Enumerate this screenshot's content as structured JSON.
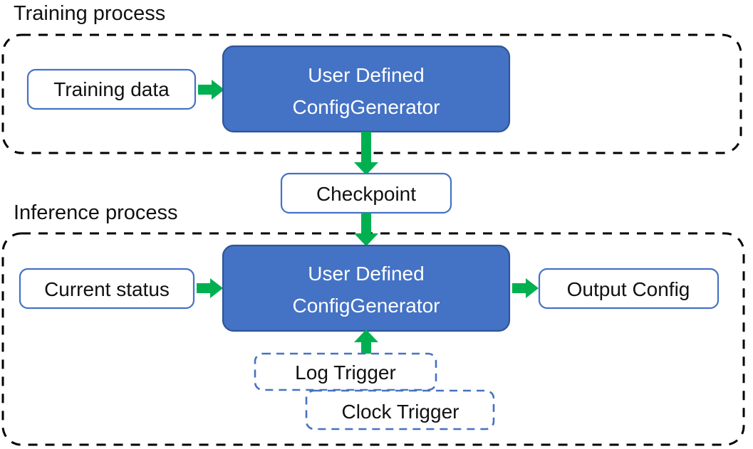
{
  "diagram": {
    "title_text_elements": {
      "training_group_label": "Training process",
      "inference_group_label": "Inference process"
    },
    "groups": [
      {
        "id": "training-process",
        "label": "Training process",
        "style": "dashed-black-rounded"
      },
      {
        "id": "inference-process",
        "label": "Inference process",
        "style": "dashed-black-rounded"
      }
    ],
    "nodes": {
      "training_data": {
        "label": "Training data",
        "style": "white-box-blue-border"
      },
      "training_generator": {
        "line1": "User Defined",
        "line2": "ConfigGenerator",
        "style": "blue-filled-box"
      },
      "checkpoint": {
        "label": "Checkpoint",
        "style": "white-box-blue-border"
      },
      "current_status": {
        "label": "Current status",
        "style": "white-box-blue-border"
      },
      "inference_generator": {
        "line1": "User Defined",
        "line2": "ConfigGenerator",
        "style": "blue-filled-box"
      },
      "output_config": {
        "label": "Output Config",
        "style": "white-box-blue-border"
      },
      "log_trigger": {
        "label": "Log Trigger",
        "style": "dashed-blue-box"
      },
      "clock_trigger": {
        "label": "Clock Trigger",
        "style": "dashed-blue-box"
      }
    },
    "edges": [
      {
        "id": "training-data-to-generator",
        "from": "training_data",
        "to": "training_generator",
        "direction": "right"
      },
      {
        "id": "generator-to-checkpoint",
        "from": "training_generator",
        "to": "checkpoint",
        "direction": "down"
      },
      {
        "id": "checkpoint-to-inference-generator",
        "from": "checkpoint",
        "to": "inference_generator",
        "direction": "down"
      },
      {
        "id": "current-status-to-inference-generator",
        "from": "current_status",
        "to": "inference_generator",
        "direction": "right"
      },
      {
        "id": "inference-generator-to-output-config",
        "from": "inference_generator",
        "to": "output_config",
        "direction": "right"
      },
      {
        "id": "triggers-to-inference-generator",
        "from": "log_trigger",
        "to": "inference_generator",
        "direction": "up"
      }
    ],
    "colors": {
      "process_fill": "#4472C4",
      "process_stroke": "#2E5597",
      "box_border": "#4472C4",
      "arrow_green": "#00B050",
      "group_border": "#000000",
      "text_dark": "#111111",
      "text_light": "#FFFFFF",
      "background": "#FFFFFF"
    }
  }
}
